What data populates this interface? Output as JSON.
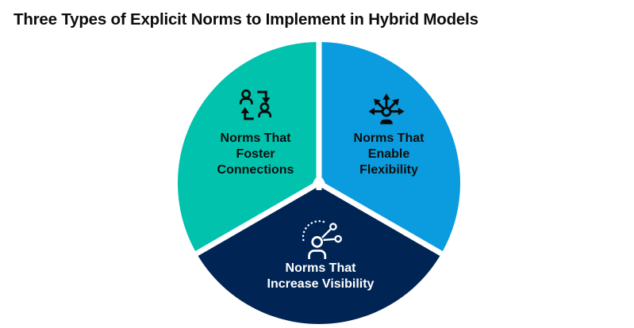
{
  "title": "Three Types of Explicit Norms to Implement in Hybrid Models",
  "chart_data": {
    "type": "pie",
    "title": "Three Types of Explicit Norms to Implement in Hybrid Models",
    "categories": [
      "Norms That Foster Connections",
      "Norms That Enable Flexibility",
      "Norms That Increase Visibility"
    ],
    "values": [
      33.33,
      33.33,
      33.33
    ],
    "colors": [
      "#00C2AD",
      "#0A9CDE",
      "#002554"
    ],
    "legend_position": "none",
    "labels_inside_slices": true
  },
  "pie": {
    "divider_color": "#FFFFFF",
    "segments": [
      {
        "id": "foster-connections",
        "label": "Norms That Foster Connections",
        "lines": [
          "Norms That",
          "Foster",
          "Connections"
        ],
        "color": "#00C2AD",
        "text_color": "#0F0F0F",
        "icon": "people-exchange-icon"
      },
      {
        "id": "enable-flexibility",
        "label": "Norms That Enable Flexibility",
        "lines": [
          "Norms That",
          "Enable",
          "Flexibility"
        ],
        "color": "#0A9CDE",
        "text_color": "#0F0F0F",
        "icon": "person-expanding-arrows-icon"
      },
      {
        "id": "increase-visibility",
        "label": "Norms That Increase Visibility",
        "lines": [
          "Norms That",
          "Increase Visibility"
        ],
        "color": "#002554",
        "text_color": "#FFFFFF",
        "icon": "person-visibility-path-icon"
      }
    ]
  }
}
